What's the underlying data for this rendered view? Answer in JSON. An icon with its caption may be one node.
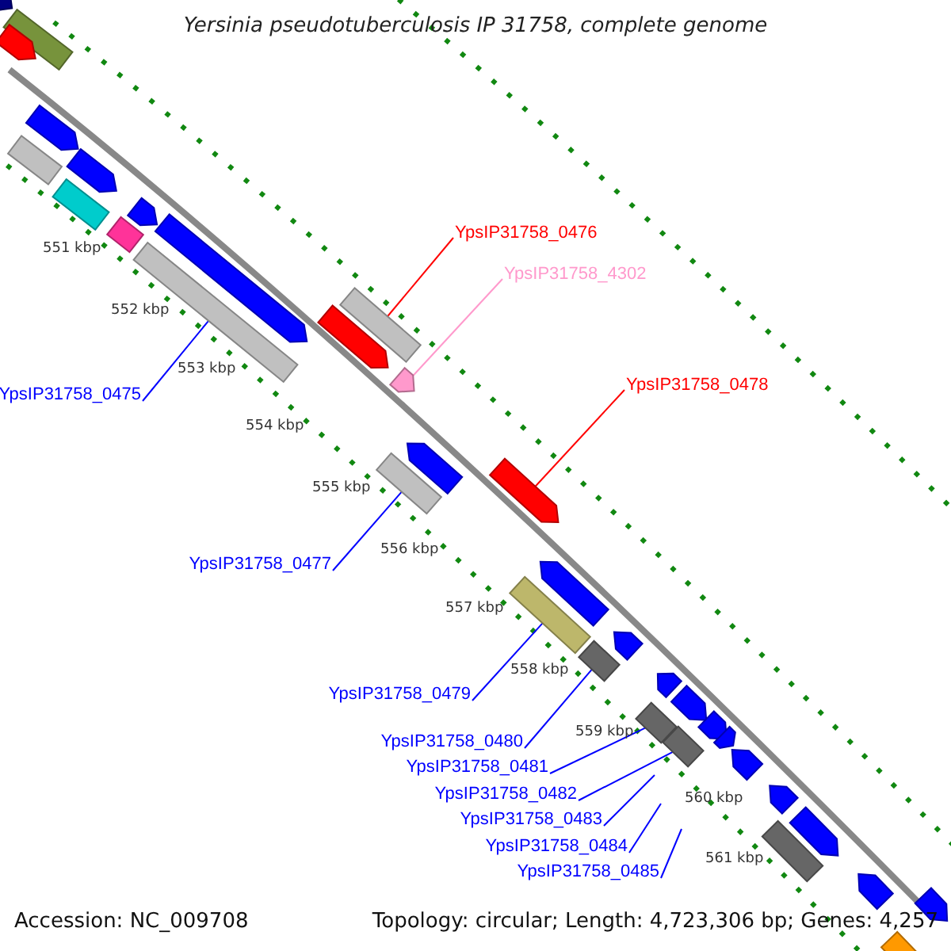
{
  "diagram": {
    "title": "Yersinia pseudotuberculosis IP 31758, complete genome",
    "nodes": [
      {
        "text": [
          "YpsIP31758_0476"
        ]
      },
      {
        "text": [],
        "shape": "box"
      },
      {
        "text": [
          "YpsIP31758_4302"
        ]
      },
      {
        "text": [],
        "shape": "arrow"
      },
      {
        "text": [
          "YpsIP31758_0478"
        ]
      },
      {
        "text": [],
        "shape": "arrow"
      },
      {
        "text": [
          "YpsIP31758_0475"
        ]
      },
      {
        "text": [],
        "shape": "box"
      },
      {
        "text": [
          "YpsIP31758_0477"
        ]
      },
      {
        "text": [],
        "shape": "box"
      },
      {
        "text": [
          "YpsIP31758_0479"
        ]
      },
      {
        "text": [],
        "shape": "box"
      },
      {
        "text": [
          "YpsIP31758_0480"
        ]
      },
      {
        "text": [],
        "shape": "box"
      },
      {
        "text": [
          "YpsIP31758_0481"
        ]
      },
      {
        "text": [],
        "shape": "box"
      },
      {
        "text": [
          "YpsIP31758_0482"
        ]
      },
      {
        "text": [],
        "shape": "box"
      },
      {
        "text": [
          "YpsIP31758_0483"
        ]
      },
      {
        "text": [
          "YpsIP31758_0484"
        ]
      },
      {
        "text": [
          "YpsIP31758_0485"
        ]
      },
      {
        "text": [],
        "shape": "arrow"
      },
      {
        "text": [],
        "shape": "box"
      },
      {
        "text": [],
        "shape": "arrow"
      },
      {
        "text": [],
        "shape": "arrow"
      },
      {
        "text": [],
        "shape": "box"
      },
      {
        "text": [],
        "shape": "arrow"
      },
      {
        "text": [],
        "shape": "box"
      },
      {
        "text": [],
        "shape": "arrow"
      },
      {
        "text": [],
        "shape": "box"
      },
      {
        "text": [],
        "shape": "arrow"
      },
      {
        "text": [],
        "shape": "arrow"
      },
      {
        "text": [],
        "shape": "arrow"
      },
      {
        "text": [],
        "shape": "arrow"
      },
      {
        "text": [],
        "shape": "arrow"
      },
      {
        "text": [],
        "shape": "arrow"
      },
      {
        "text": [],
        "shape": "arrow"
      },
      {
        "text": [],
        "shape": "arrow"
      },
      {
        "text": [],
        "shape": "arrow"
      },
      {
        "text": [],
        "shape": "arrow"
      },
      {
        "text": [],
        "shape": "arrow"
      },
      {
        "text": [],
        "shape": "arrow"
      },
      {
        "text": [],
        "shape": "box"
      },
      {
        "text": [],
        "shape": "arrow"
      },
      {
        "text": [],
        "shape": "arrow"
      },
      {
        "text": [],
        "shape": "box"
      }
    ],
    "edges": [
      {
        "from": 0,
        "to": 1,
        "arrow": "none",
        "color": "#ff0000"
      },
      {
        "from": 2,
        "to": 3,
        "arrow": "none",
        "color": "#ff99cc"
      },
      {
        "from": 4,
        "to": 5,
        "arrow": "none",
        "color": "#ff0000"
      },
      {
        "from": 6,
        "to": 7,
        "arrow": "none"
      },
      {
        "from": 8,
        "to": 9,
        "arrow": "none"
      },
      {
        "from": 10,
        "to": 11,
        "arrow": "none"
      },
      {
        "from": 12,
        "to": 13,
        "arrow": "none"
      },
      {
        "from": 14,
        "to": 15,
        "arrow": "none"
      },
      {
        "from": 16,
        "to": 17,
        "arrow": "none"
      },
      {
        "from": 18,
        "to": null,
        "arrow": "none"
      },
      {
        "from": 19,
        "to": null,
        "arrow": "none"
      },
      {
        "from": 20,
        "to": null,
        "arrow": "none"
      }
    ],
    "labels": [
      "551 kbp",
      "552 kbp",
      "553 kbp",
      "554 kbp",
      "555 kbp",
      "556 kbp",
      "557 kbp",
      "558 kbp",
      "559 kbp",
      "560 kbp",
      "561 kbp",
      "Accession: NC_009708",
      "Topology: circular; Length: 4,723,306 bp; Genes: 4,257"
    ]
  }
}
